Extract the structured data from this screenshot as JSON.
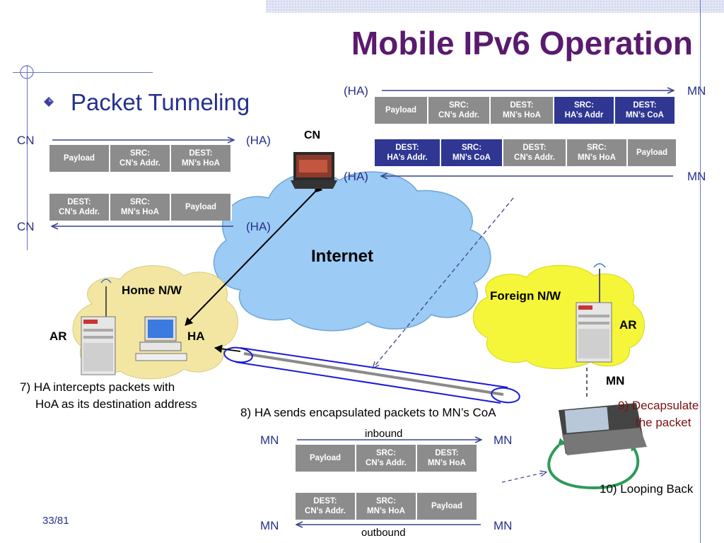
{
  "title": "Mobile IPv6 Operation",
  "subtitle": "Packet Tunneling",
  "page_number": "33/81",
  "colors": {
    "title": "#5a1a6e",
    "label_blue": "#26308c",
    "packet_gray": "#8c8c8c",
    "packet_dark": "#2f3792",
    "cloud": "#9ccbf5",
    "home_nw": "#f2e6a2",
    "foreign_nw": "#f5f53a",
    "tunnel": "#1a1ad6",
    "loop": "#2e9a5a"
  },
  "cn_ha": {
    "forward": {
      "from": "CN",
      "to": "(HA)",
      "packet": [
        {
          "l1": "Payload",
          "l2": ""
        },
        {
          "l1": "SRC:",
          "l2": "CN’s Addr."
        },
        {
          "l1": "DEST:",
          "l2": "MN’s HoA"
        }
      ]
    },
    "reverse": {
      "from": "(HA)",
      "to": "CN",
      "packet": [
        {
          "l1": "DEST:",
          "l2": "CN’s Addr."
        },
        {
          "l1": "SRC:",
          "l2": "MN’s HoA"
        },
        {
          "l1": "Payload",
          "l2": ""
        }
      ]
    }
  },
  "ha_mn": {
    "forward": {
      "from": "(HA)",
      "to": "MN",
      "packet": [
        {
          "l1": "Payload",
          "l2": ""
        },
        {
          "l1": "SRC:",
          "l2": "CN’s Addr."
        },
        {
          "l1": "DEST:",
          "l2": "MN’s HoA"
        },
        {
          "l1": "SRC:",
          "l2": "HA’s Addr"
        },
        {
          "l1": "DEST:",
          "l2": "MN’s CoA"
        }
      ]
    },
    "reverse": {
      "from": "MN",
      "to": "(HA)",
      "packet": [
        {
          "l1": "DEST:",
          "l2": "HA’s Addr."
        },
        {
          "l1": "SRC:",
          "l2": "MN’s CoA"
        },
        {
          "l1": "DEST:",
          "l2": "CN’s Addr."
        },
        {
          "l1": "SRC:",
          "l2": "MN’s HoA"
        },
        {
          "l1": "Payload",
          "l2": ""
        }
      ]
    }
  },
  "loopback": {
    "inbound_label": "inbound",
    "outbound_label": "outbound",
    "inbound": {
      "from": "MN",
      "to": "MN",
      "packet": [
        {
          "l1": "Payload",
          "l2": ""
        },
        {
          "l1": "SRC:",
          "l2": "CN’s Addr."
        },
        {
          "l1": "DEST:",
          "l2": "MN’s HoA"
        }
      ]
    },
    "outbound": {
      "from": "MN",
      "to": "MN",
      "packet": [
        {
          "l1": "DEST:",
          "l2": "CN’s Addr."
        },
        {
          "l1": "SRC:",
          "l2": "MN’s HoA"
        },
        {
          "l1": "Payload",
          "l2": ""
        }
      ]
    }
  },
  "nodes": {
    "cn": "CN",
    "internet": "Internet",
    "home_nw": "Home N/W",
    "foreign_nw": "Foreign N/W",
    "home_ar": "AR",
    "ha": "HA",
    "foreign_ar": "AR",
    "mn": "MN"
  },
  "steps": {
    "s7_line1": "7) HA intercepts packets with",
    "s7_line2": "HoA as its destination address",
    "s8": "8) HA sends encapsulated packets to MN’s CoA",
    "s9_line1": "9) Decapsulate",
    "s9_line2": "the packet",
    "s10": "10) Looping Back"
  }
}
